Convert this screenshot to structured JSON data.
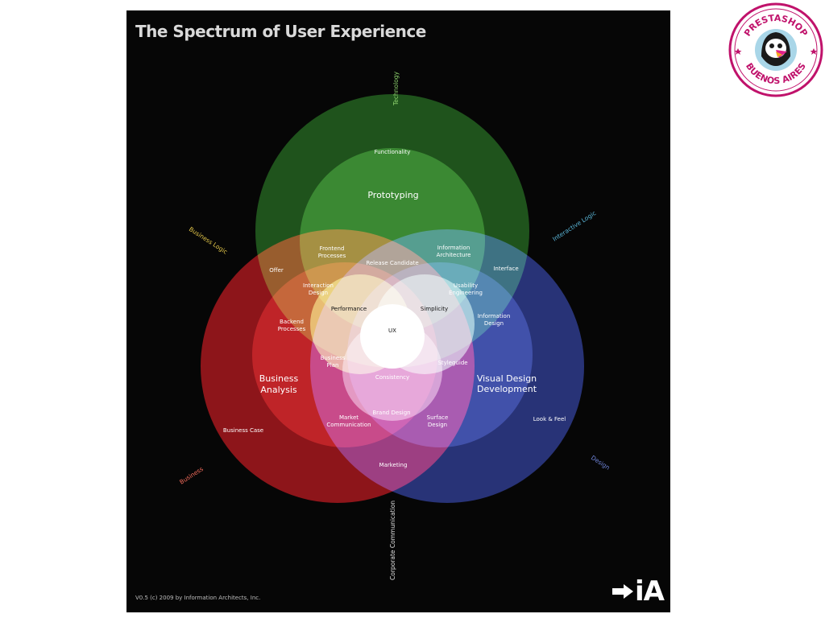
{
  "title": "The Spectrum of User Experience",
  "copyright": "V0.5 (c) 2009 by Information Architects, Inc.",
  "logo_text": "iA",
  "badge": {
    "top_text": "PRESTASHOP",
    "bottom_text": "BUENOS AIRES"
  },
  "axis_labels": {
    "technology": "Technology",
    "business_logic": "Business Logic",
    "interactive_logic": "Interactive Logic",
    "business": "Business",
    "design": "Design",
    "corporate_communication": "Corporate Communication"
  },
  "labels": {
    "functionality": "Functionality",
    "prototyping": "Prototyping",
    "frontend_1": "Frontend",
    "frontend_2": "Processes",
    "ia_1": "Information",
    "ia_2": "Architecture",
    "release_candidate": "Release Candidate",
    "offer": "Offer",
    "interface": "Interface",
    "interaction_1": "Interaction",
    "interaction_2": "Design",
    "usability_1": "Usability",
    "usability_2": "Engineering",
    "performance": "Performance",
    "simplicity": "Simplicity",
    "backend_1": "Backend",
    "backend_2": "Processes",
    "info_design_1": "Information",
    "info_design_2": "Design",
    "ux": "UX",
    "business_plan_1": "Business",
    "business_plan_2": "Plan",
    "styleguide": "Styleguide",
    "consistency": "Consistency",
    "business_analysis_1": "Business",
    "business_analysis_2": "Analysis",
    "visual_design_1": "Visual Design",
    "visual_design_2": "Development",
    "market_comm_1": "Market",
    "market_comm_2": "Communication",
    "brand_design": "Brand Design",
    "surface_1": "Surface",
    "surface_2": "Design",
    "look_feel": "Look & Feel",
    "business_case": "Business Case",
    "marketing": "Marketing"
  },
  "colors": {
    "poster_bg": "#060606",
    "green": "#2f8f2a",
    "red": "#c4161c",
    "blue": "#2f3d9b",
    "yellow": "#d8c81c",
    "cyan": "#27a3c4",
    "magenta": "#e0218a",
    "center": "#ffffff",
    "badge_pink": "#c0126b"
  }
}
